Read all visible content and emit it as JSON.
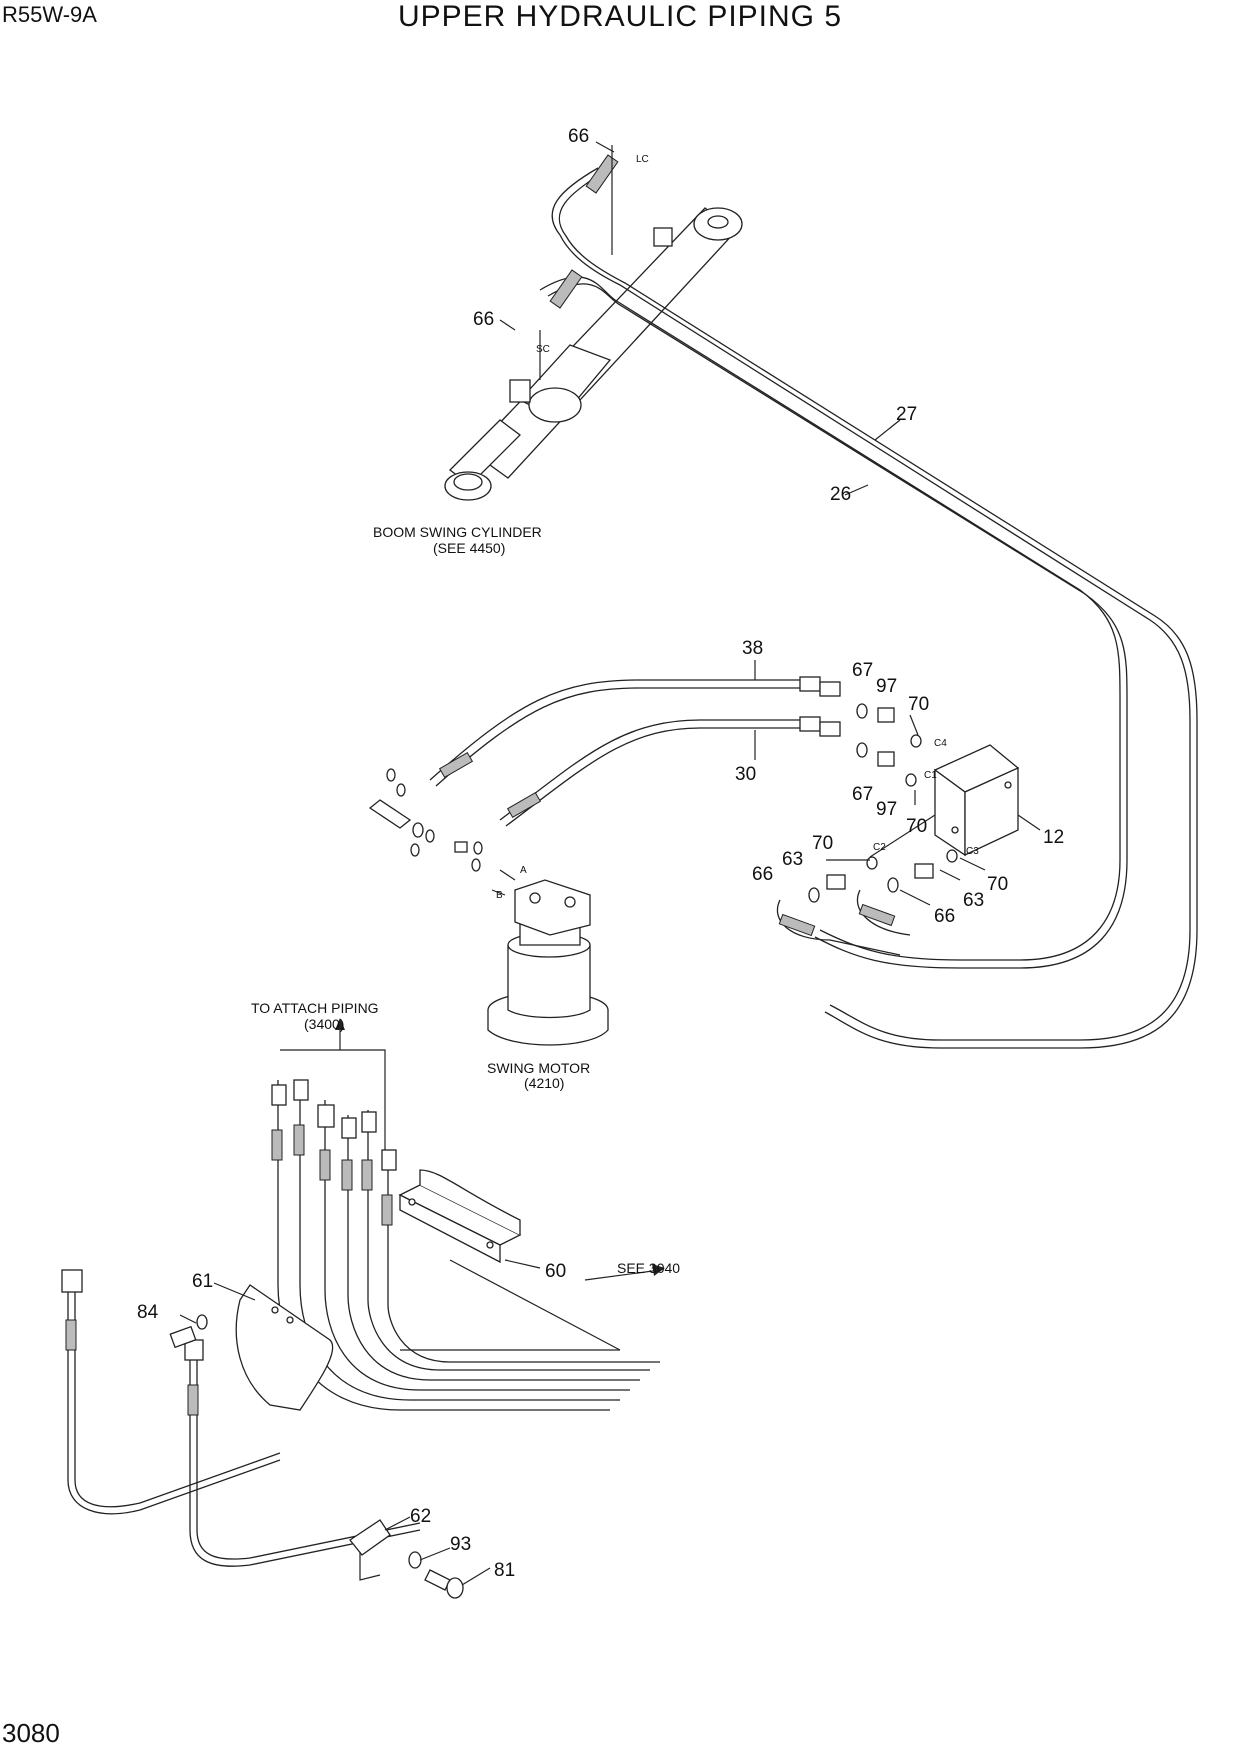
{
  "header": {
    "model": "R55W-9A",
    "title": "UPPER HYDRAULIC PIPING 5"
  },
  "footer": {
    "page_number": "3080"
  },
  "captions": {
    "boom_cylinder_1": "BOOM SWING CYLINDER",
    "boom_cylinder_2": "(SEE 4450)",
    "swing_motor_1": "SWING MOTOR",
    "swing_motor_2": "(4210)",
    "attach_piping_1": "TO ATTACH PIPING",
    "attach_piping_2": "(3400)",
    "see_3040": "SEE 3040"
  },
  "ports": {
    "lc": "LC",
    "sc": "SC",
    "c1": "C1",
    "c2": "C2",
    "c3": "C3",
    "c4": "C4",
    "a": "A",
    "b": "B"
  },
  "callouts": {
    "c66_top": "66",
    "c66_mid": "66",
    "c27": "27",
    "c26": "26",
    "c38": "38",
    "c30": "30",
    "c67_top": "67",
    "c67_bot": "67",
    "c97_top": "97",
    "c97_bot": "97",
    "c70_top": "70",
    "c70_mid": "70",
    "c70_left": "70",
    "c70_right": "70",
    "c12": "12",
    "c66_left": "66",
    "c63_left": "63",
    "c63_right": "63",
    "c66_right": "66",
    "c60": "60",
    "c61": "61",
    "c84": "84",
    "c62": "62",
    "c93": "93",
    "c81": "81"
  }
}
